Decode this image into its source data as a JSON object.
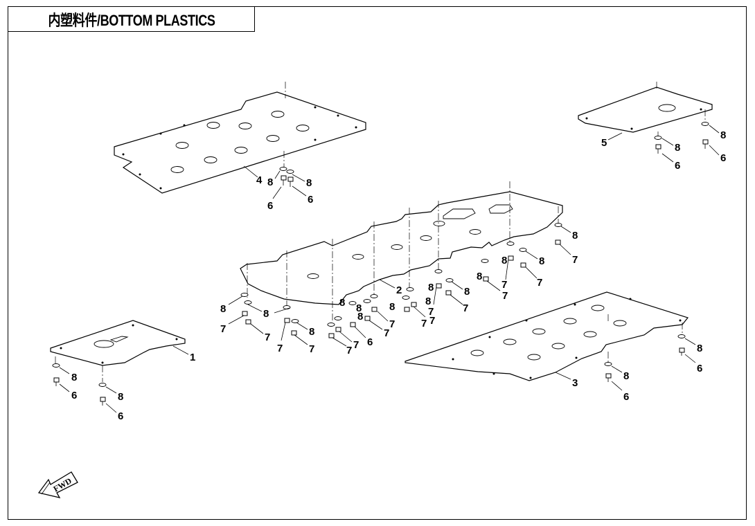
{
  "header": {
    "title": "内塑料件/BOTTOM PLASTICS"
  },
  "fwd_arrow": {
    "text": "FWD"
  },
  "callouts": {
    "c1": "1",
    "c2": "2",
    "c3": "3",
    "c4": "4",
    "c5": "5",
    "c6": "6",
    "c7": "7",
    "c8": "8"
  }
}
